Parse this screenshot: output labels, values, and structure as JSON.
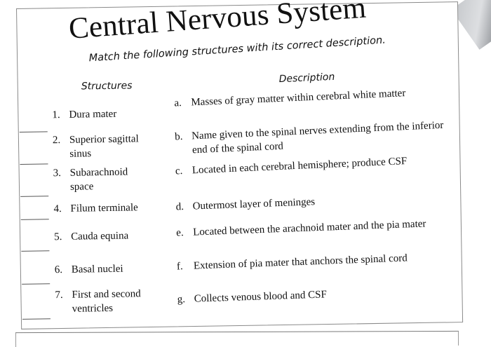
{
  "worksheet": {
    "title": "Central Nervous System",
    "instructions": "Match the following structures with its correct description.",
    "columns": {
      "structures_header": "Structures",
      "description_header": "Description"
    },
    "structures": [
      {
        "number": "1.",
        "text": "Dura mater",
        "answer": ""
      },
      {
        "number": "2.",
        "text": "Superior sagittal sinus",
        "answer": ""
      },
      {
        "number": "3.",
        "text": "Subarachnoid space",
        "answer": ""
      },
      {
        "number": "4.",
        "text": "Filum terminale",
        "answer": ""
      },
      {
        "number": "5.",
        "text": "Cauda equina",
        "answer": ""
      },
      {
        "number": "6.",
        "text": "Basal nuclei",
        "answer": ""
      },
      {
        "number": "7.",
        "text": "First and second ventricles",
        "answer": ""
      }
    ],
    "descriptions": [
      {
        "letter": "a.",
        "text": "Masses of gray matter within cerebral white matter"
      },
      {
        "letter": "b.",
        "text": "Name given to the spinal nerves extending from the inferior end of the spinal cord"
      },
      {
        "letter": "c.",
        "text": "Located in each cerebral hemisphere; produce CSF"
      },
      {
        "letter": "d.",
        "text": "Outermost layer of meninges"
      },
      {
        "letter": "e.",
        "text": "Located between the arachnoid mater and the pia mater"
      },
      {
        "letter": "f.",
        "text": "Extension of pia mater that anchors the spinal cord"
      },
      {
        "letter": "g.",
        "text": "Collects venous blood and CSF"
      }
    ]
  }
}
